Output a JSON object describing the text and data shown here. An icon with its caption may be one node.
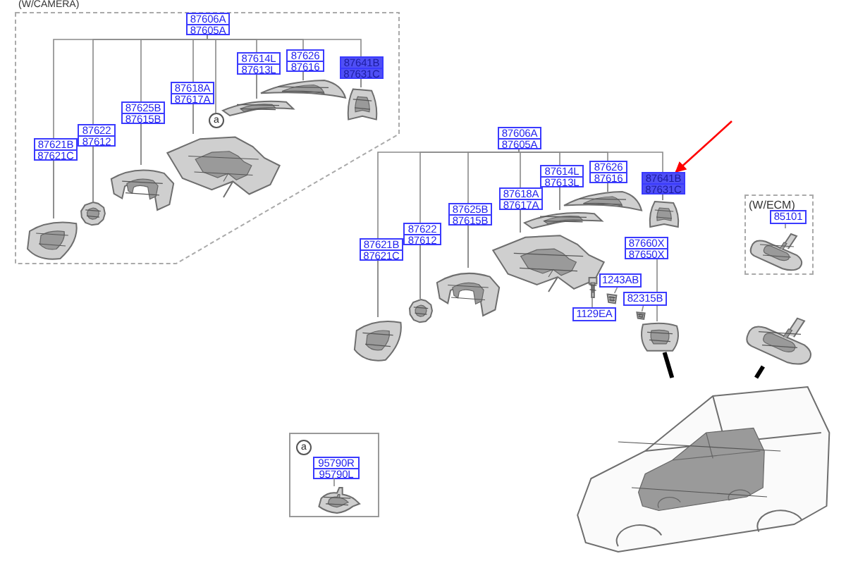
{
  "diagram": {
    "nodes": [
      {
        "text": [
          "(W/CAMERA)"
        ]
      },
      {
        "text": [
          "87606A",
          "87605A"
        ],
        "in": 0
      },
      {
        "text": [
          "87621B",
          "87621C"
        ],
        "in": 0
      },
      {
        "text": [
          "87622",
          "87612"
        ],
        "in": 0
      },
      {
        "text": [
          "87625B",
          "87615B"
        ],
        "in": 0
      },
      {
        "text": [
          "87618A",
          "87617A"
        ],
        "in": 0
      },
      {
        "text": [
          "87614L",
          "87613L"
        ],
        "in": 0
      },
      {
        "text": [
          "87626",
          "87616"
        ],
        "in": 0
      },
      {
        "text": [
          "87641B",
          "87631C"
        ],
        "in": 0
      },
      {
        "text": [],
        "shape": "picture",
        "in": 0
      },
      {
        "text": [],
        "shape": "picture",
        "in": 0
      },
      {
        "text": [],
        "shape": "picture",
        "in": 0
      },
      {
        "text": [],
        "shape": "picture",
        "in": 0
      },
      {
        "text": [],
        "shape": "picture",
        "in": 0
      },
      {
        "text": [],
        "shape": "picture",
        "in": 0
      },
      {
        "text": [],
        "shape": "picture",
        "in": 0
      },
      {
        "text": [
          "a"
        ],
        "in": 0
      },
      {
        "text": [
          "87606A",
          "87605A"
        ]
      },
      {
        "text": [
          "87621B",
          "87621C"
        ]
      },
      {
        "text": [
          "87622",
          "87612"
        ]
      },
      {
        "text": [
          "87625B",
          "87615B"
        ]
      },
      {
        "text": [
          "87618A",
          "87617A"
        ]
      },
      {
        "text": [
          "87614L",
          "87613L"
        ]
      },
      {
        "text": [
          "87626",
          "87616"
        ]
      },
      {
        "text": [
          "87641B",
          "87631C"
        ]
      },
      {
        "text": [],
        "shape": "picture"
      },
      {
        "text": [],
        "shape": "picture"
      },
      {
        "text": [],
        "shape": "picture"
      },
      {
        "text": [],
        "shape": "picture"
      },
      {
        "text": [],
        "shape": "picture"
      },
      {
        "text": [],
        "shape": "picture"
      },
      {
        "text": [],
        "shape": "picture"
      },
      {
        "text": [
          "87660X",
          "87650X"
        ]
      },
      {
        "text": [
          "1243AB"
        ]
      },
      {
        "text": [
          "82315B"
        ]
      },
      {
        "text": [
          "1129EA"
        ]
      },
      {
        "text": [],
        "shape": "picture"
      },
      {
        "text": [],
        "shape": "picture"
      },
      {
        "text": [],
        "shape": "picture"
      },
      {
        "text": [],
        "shape": "picture"
      },
      {
        "text": [
          "(W/ECM)"
        ]
      },
      {
        "text": [
          "85101"
        ],
        "in": 40
      },
      {
        "text": [],
        "shape": "picture",
        "in": 40
      },
      {
        "text": [],
        "shape": "picture"
      },
      {
        "text": [],
        "shape": "picture"
      },
      {
        "text": [],
        "shape": "box"
      },
      {
        "text": [
          "95790R",
          "95790L"
        ],
        "in": 45
      },
      {
        "text": [],
        "shape": "picture",
        "in": 45
      },
      {
        "text": [
          "a"
        ],
        "in": 45
      }
    ],
    "edges": [
      {
        "from": 2,
        "to": 9,
        "arrow": "none"
      },
      {
        "from": 3,
        "to": 10,
        "arrow": "none"
      },
      {
        "from": 4,
        "to": 11,
        "arrow": "none"
      },
      {
        "from": 5,
        "to": 12,
        "arrow": "none"
      },
      {
        "from": 6,
        "to": 13,
        "arrow": "none"
      },
      {
        "from": 7,
        "to": 14,
        "arrow": "none"
      },
      {
        "from": 8,
        "to": 15,
        "arrow": "none"
      },
      {
        "from": 1,
        "to": 9,
        "arrow": "none"
      },
      {
        "from": 1,
        "to": 10,
        "arrow": "none"
      },
      {
        "from": 1,
        "to": 11,
        "arrow": "none"
      },
      {
        "from": 1,
        "to": 12,
        "arrow": "none"
      },
      {
        "from": 1,
        "to": 13,
        "arrow": "none"
      },
      {
        "from": 1,
        "to": 14,
        "arrow": "none"
      },
      {
        "from": 1,
        "to": 15,
        "arrow": "none"
      },
      {
        "from": 1,
        "to": 16,
        "arrow": "none"
      },
      {
        "from": 18,
        "to": 25,
        "arrow": "none"
      },
      {
        "from": 19,
        "to": 26,
        "arrow": "none"
      },
      {
        "from": 20,
        "to": 27,
        "arrow": "none"
      },
      {
        "from": 21,
        "to": 28,
        "arrow": "none"
      },
      {
        "from": 22,
        "to": 29,
        "arrow": "none"
      },
      {
        "from": 23,
        "to": 30,
        "arrow": "none"
      },
      {
        "from": 24,
        "to": 31,
        "arrow": "none"
      },
      {
        "from": 17,
        "to": 25,
        "arrow": "none"
      },
      {
        "from": 17,
        "to": 26,
        "arrow": "none"
      },
      {
        "from": 17,
        "to": 27,
        "arrow": "none"
      },
      {
        "from": 17,
        "to": 28,
        "arrow": "none"
      },
      {
        "from": 17,
        "to": 29,
        "arrow": "none"
      },
      {
        "from": 17,
        "to": 30,
        "arrow": "none"
      },
      {
        "from": 17,
        "to": 31,
        "arrow": "none"
      },
      {
        "from": 32,
        "to": 36,
        "arrow": "none"
      },
      {
        "from": 35,
        "to": 37,
        "arrow": "none"
      },
      {
        "from": 33,
        "to": 38,
        "arrow": "none"
      },
      {
        "from": 34,
        "to": 39,
        "arrow": "none"
      },
      {
        "from": 41,
        "to": 42,
        "arrow": "none"
      },
      {
        "from": 46,
        "to": 47,
        "arrow": "none"
      },
      {
        "from": 44,
        "to": 36,
        "arrow": "none",
        "style": "thick",
        "color": "#000000"
      },
      {
        "from": 44,
        "to": 43,
        "arrow": "none",
        "style": "thick",
        "color": "#000000"
      },
      {
        "from": null,
        "to": 24,
        "arrow": "to",
        "color": "#ff0000"
      }
    ]
  }
}
